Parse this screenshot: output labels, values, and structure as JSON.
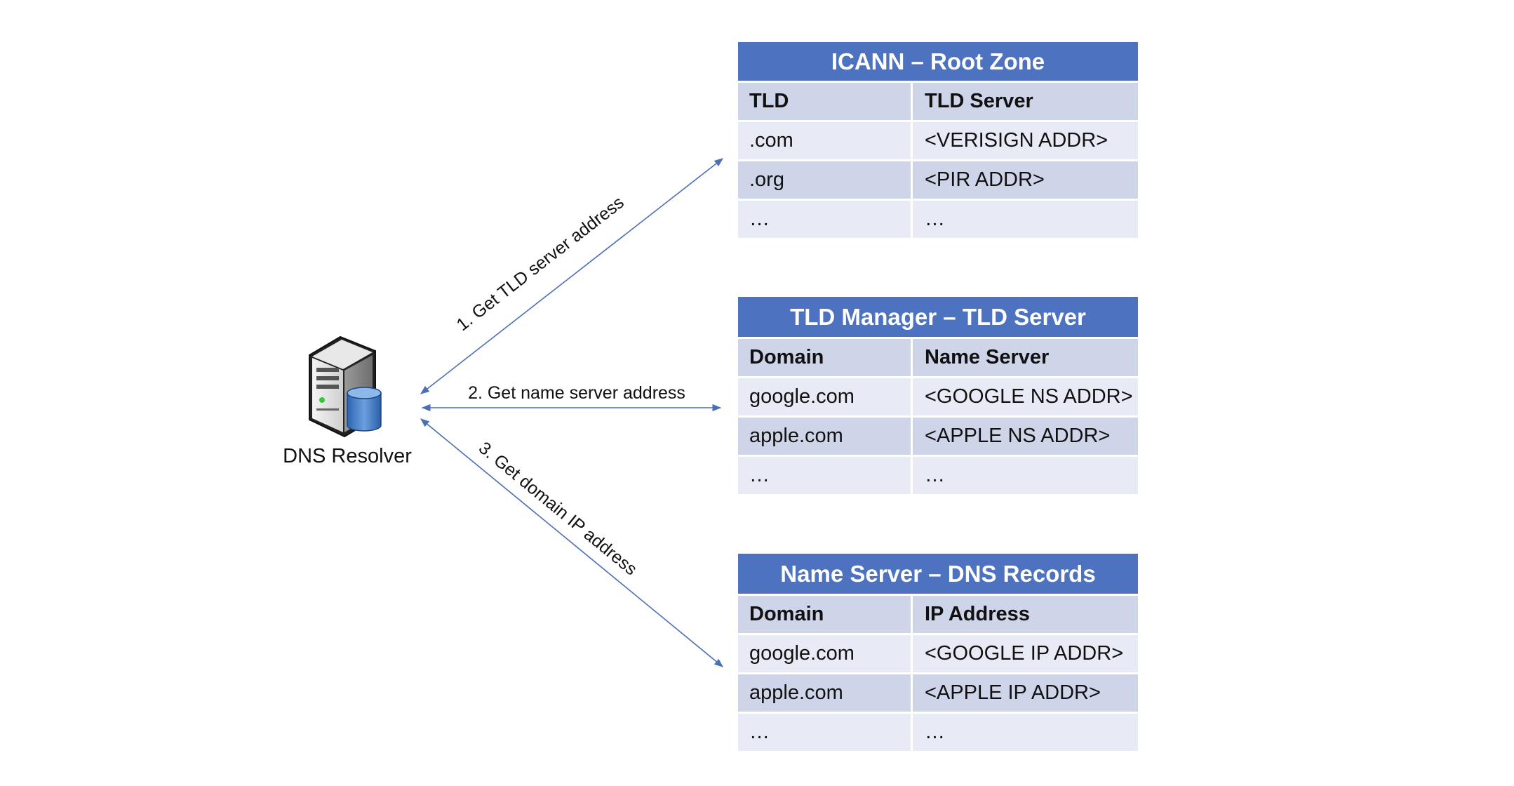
{
  "resolver": {
    "label": "DNS Resolver",
    "icon": "server-database-icon"
  },
  "arrows": [
    {
      "label": "1. Get TLD server address"
    },
    {
      "label": "2. Get name server address"
    },
    {
      "label": "3. Get domain IP address"
    }
  ],
  "tables": [
    {
      "title": "ICANN – Root Zone",
      "headers": [
        "TLD",
        "TLD Server"
      ],
      "rows": [
        [
          ".com",
          "<VERISIGN ADDR>"
        ],
        [
          ".org",
          "<PIR ADDR>"
        ],
        [
          "…",
          "…"
        ]
      ]
    },
    {
      "title": "TLD Manager – TLD Server",
      "headers": [
        "Domain",
        "Name Server"
      ],
      "rows": [
        [
          "google.com",
          "<GOOGLE NS ADDR>"
        ],
        [
          "apple.com",
          "<APPLE NS ADDR>"
        ],
        [
          "…",
          "…"
        ]
      ]
    },
    {
      "title": "Name Server – DNS Records",
      "headers": [
        "Domain",
        "IP Address"
      ],
      "rows": [
        [
          "google.com",
          "<GOOGLE IP ADDR>"
        ],
        [
          "apple.com",
          "<APPLE IP ADDR>"
        ],
        [
          "…",
          "…"
        ]
      ]
    }
  ],
  "colors": {
    "header": "#4d72c0",
    "row_dark": "#cfd5e9",
    "row_light": "#e8ebf5",
    "arrow": "#4a6fb5"
  }
}
